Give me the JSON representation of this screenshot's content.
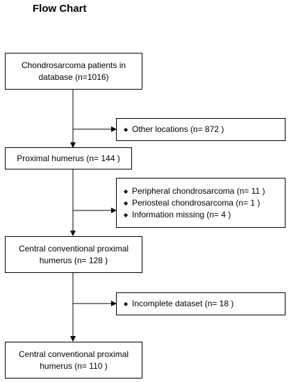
{
  "title": "Flow Chart",
  "boxes": {
    "database": {
      "lines": [
        "Chondrosarcoma patients in",
        "database (n=1016)"
      ]
    },
    "proximal": {
      "lines": [
        "Proximal humerus (n= 144 )"
      ]
    },
    "central1": {
      "lines": [
        "Central conventional proximal",
        "humerus (n= 128 )"
      ]
    },
    "central2": {
      "lines": [
        "Central conventional proximal",
        "humerus (n= 110 )"
      ]
    }
  },
  "exclusions": {
    "other_locations": [
      "Other locations (n= 872 )"
    ],
    "subtypes": [
      "Peripheral chondrosarcoma (n= 11 )",
      "Periosteal chondrosarcoma (n= 1 )",
      "Information missing (n= 4 )"
    ],
    "incomplete": [
      "Incomplete dataset (n= 18 )"
    ]
  },
  "icons": {
    "bullet": "diamond-bullet-icon"
  }
}
